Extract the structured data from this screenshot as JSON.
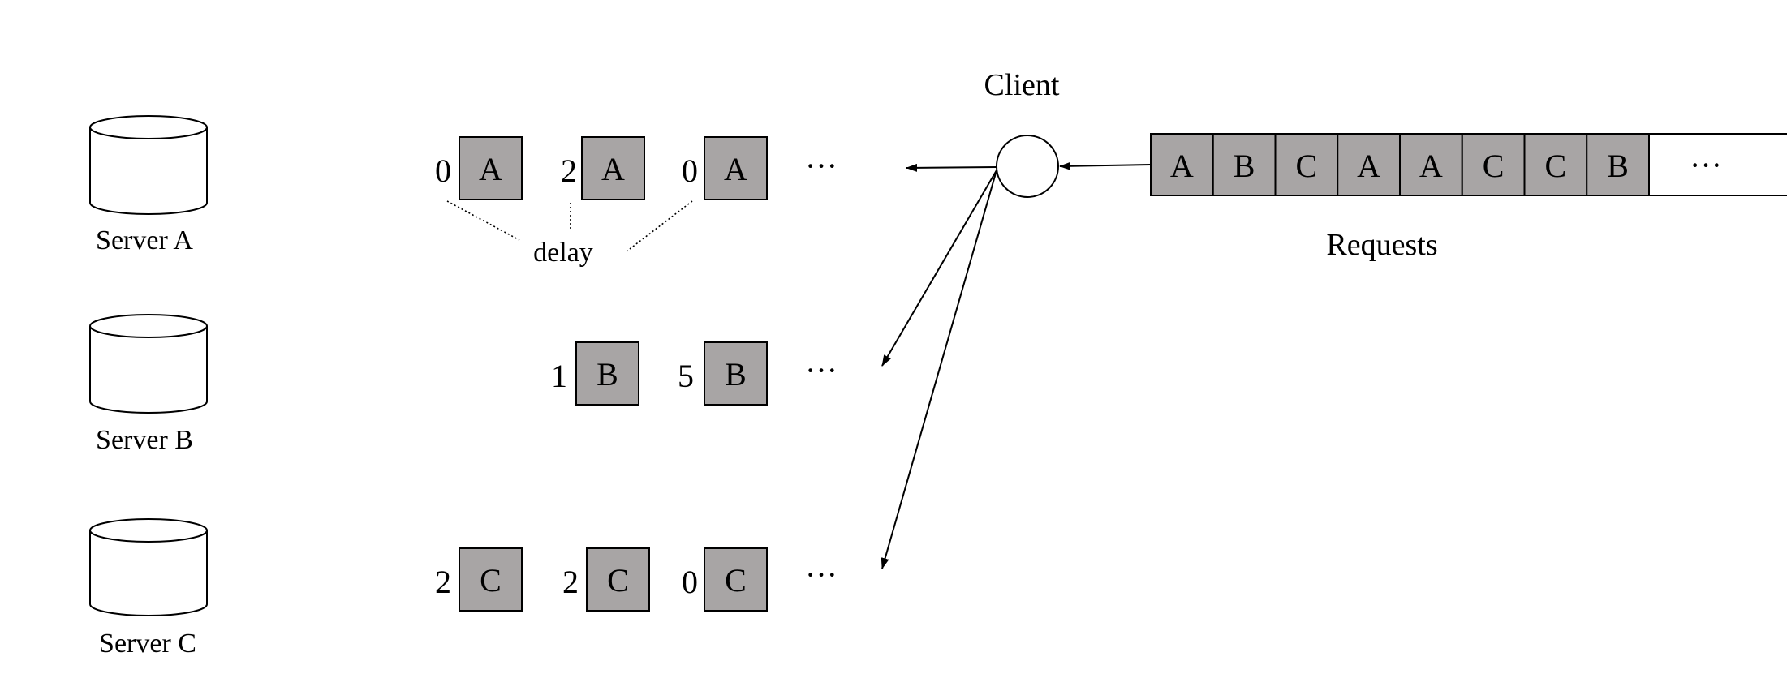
{
  "client": {
    "label": "Client"
  },
  "requests": {
    "label": "Requests",
    "cells": [
      "A",
      "B",
      "C",
      "A",
      "A",
      "C",
      "C",
      "B"
    ],
    "ellipsis": "···"
  },
  "servers": [
    {
      "label": "Server A"
    },
    {
      "label": "Server B"
    },
    {
      "label": "Server C"
    }
  ],
  "queues": [
    {
      "server": "A",
      "items": [
        {
          "delay": "0",
          "letter": "A"
        },
        {
          "delay": "2",
          "letter": "A"
        },
        {
          "delay": "0",
          "letter": "A"
        }
      ],
      "ellipsis": "···"
    },
    {
      "server": "B",
      "items": [
        {
          "delay": "1",
          "letter": "B"
        },
        {
          "delay": "5",
          "letter": "B"
        }
      ],
      "ellipsis": "···"
    },
    {
      "server": "C",
      "items": [
        {
          "delay": "2",
          "letter": "C"
        },
        {
          "delay": "2",
          "letter": "C"
        },
        {
          "delay": "0",
          "letter": "C"
        }
      ],
      "ellipsis": "···"
    }
  ],
  "delay_annotation": {
    "label": "delay"
  },
  "colors": {
    "box_fill": "#a8a5a5",
    "stroke": "#000000"
  }
}
